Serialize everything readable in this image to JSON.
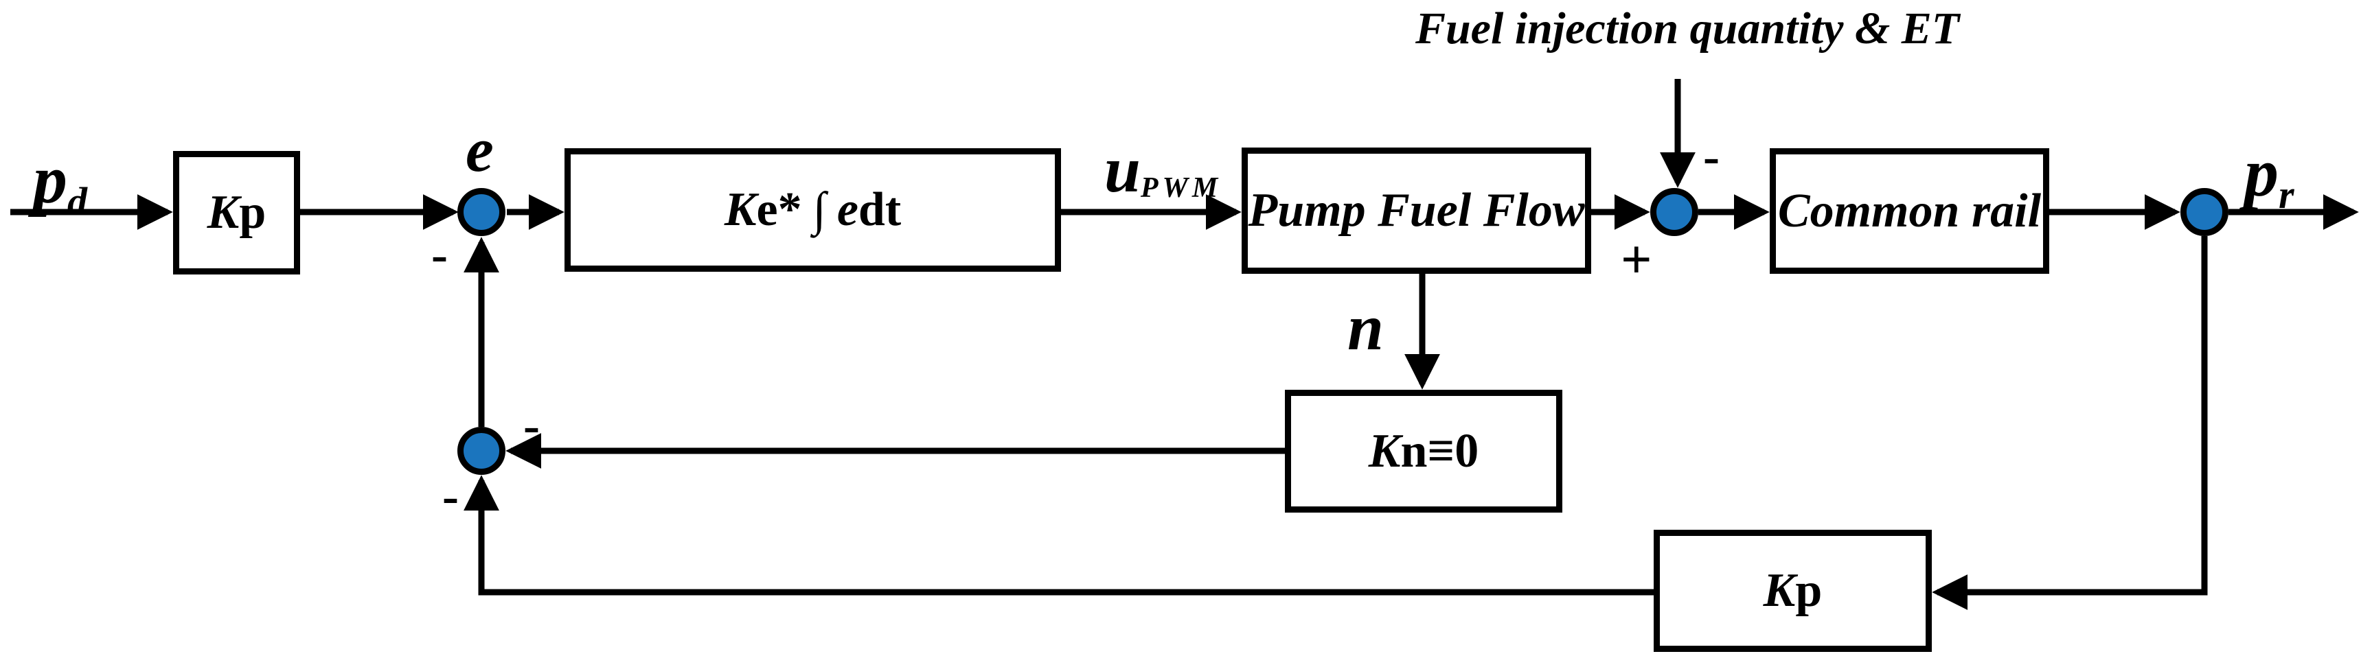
{
  "diagram": {
    "title": "Fuel injection quantity & ET",
    "signals": {
      "input_base": "p",
      "input_sub": "d",
      "error": "e",
      "control_base": "u",
      "control_sub": "PWM",
      "speed": "n",
      "output_base": "p",
      "output_sub": "r"
    },
    "signs": {
      "j1_bottom": "-",
      "j2_top": "-",
      "j2_left": "+",
      "j4_right": "-",
      "j4_bottom": "-"
    },
    "blocks": {
      "kp_forward_k": "K",
      "kp_forward_rest": "p",
      "integrator_k": "K",
      "integrator_estar": "e*",
      "integrator_int": "∫",
      "integrator_e": "e",
      "integrator_dt": "dt",
      "pump": "Pump Fuel Flow",
      "common_rail": "Common rail",
      "kn_k": "K",
      "kn_rest": "n≡0",
      "kp_feedback_k": "K",
      "kp_feedback_rest": "p"
    },
    "colors": {
      "junction_fill": "#1B75BE",
      "line": "#000000",
      "background": "#FFFFFF"
    }
  }
}
